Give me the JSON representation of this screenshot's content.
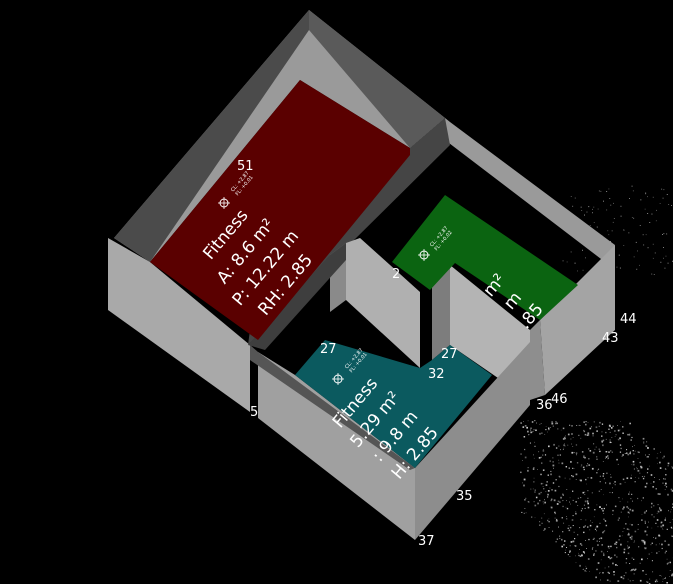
{
  "rooms": [
    {
      "id": "red",
      "color": "#5a0000",
      "name": "Fitness",
      "area": "A: 8.6 m²",
      "perimeter": "P: 12.22 m",
      "height": "RH: 2.85",
      "cl": "CL: +2.87",
      "fl": "FL: +0.01"
    },
    {
      "id": "green",
      "color": "#0b6411",
      "name": "",
      "area": "m²",
      "perimeter": "m",
      "height": ".85",
      "cl": "CL: +2.87",
      "fl": "FL: +0.02"
    },
    {
      "id": "teal",
      "color": "#0b5a5f",
      "name": "Fitness",
      "area": "5.29 m²",
      "perimeter": ": 9.8 m",
      "height": "H: 2.85",
      "cl": "CL: +2.87",
      "fl": "FL: +0.01"
    }
  ],
  "vertices": {
    "v51": "51",
    "v27": "27",
    "v32": "32",
    "v27b": "27",
    "v36": "36",
    "v46": "46",
    "v43": "43",
    "v44": "44",
    "v35": "35",
    "v37": "37",
    "v2": "2",
    "v5": "5"
  }
}
